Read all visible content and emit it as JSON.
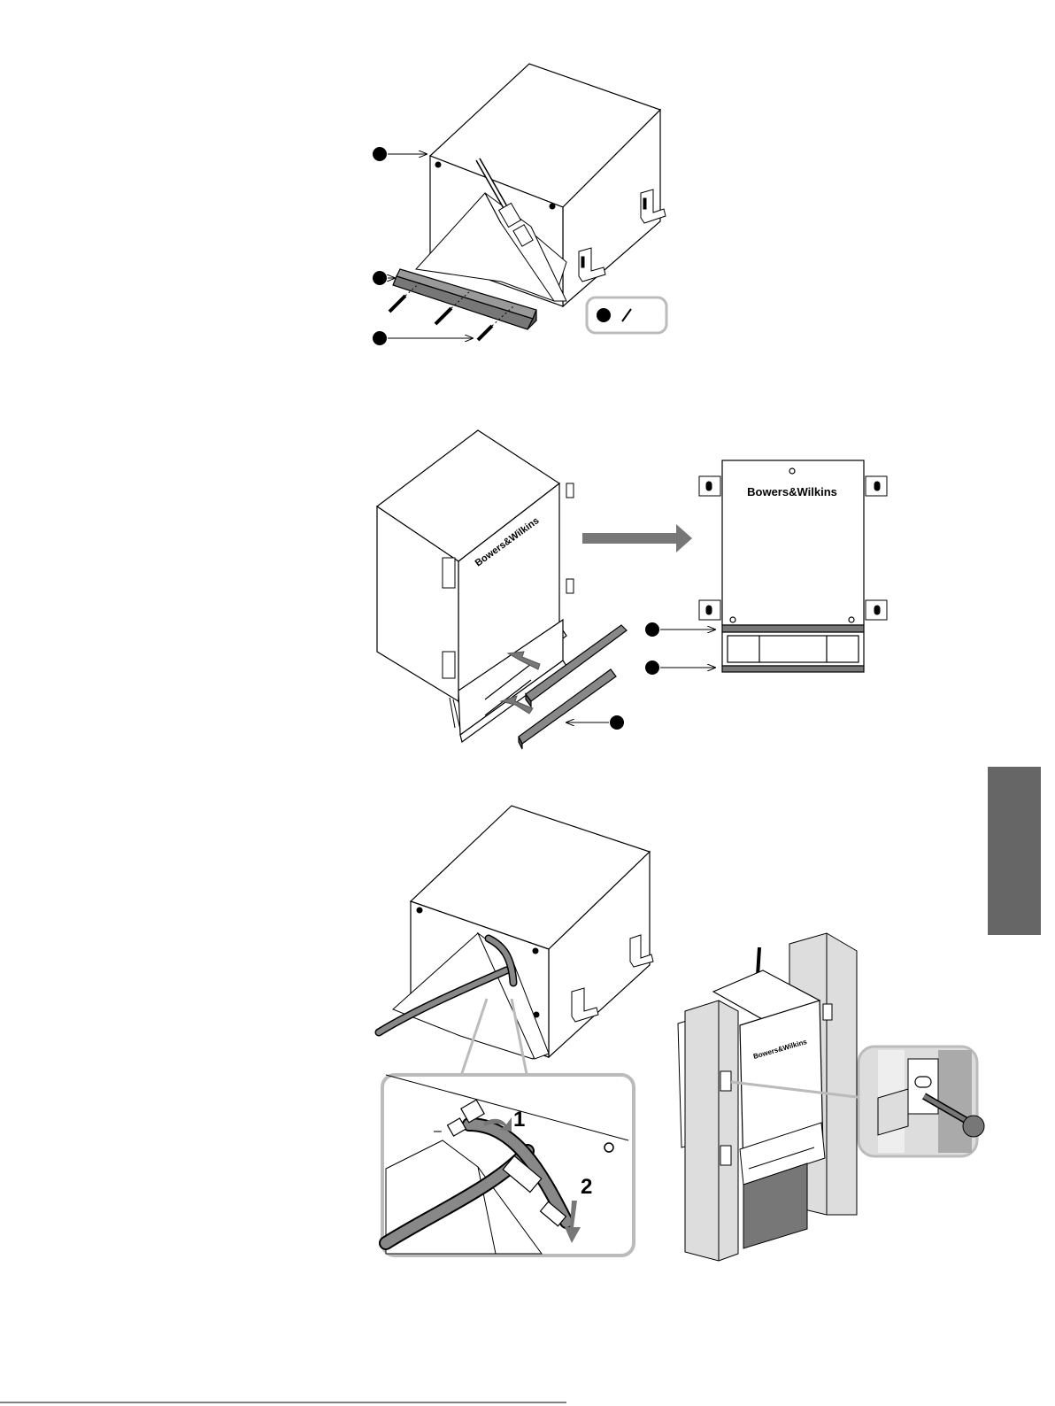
{
  "figures": {
    "fig1": {
      "name": "Fitting the bottom trim to the enclosure"
    },
    "fig2": {
      "name": "Sliding the trim strips into place"
    },
    "fig3": {
      "name": "Connecting the hose and mounting between studs"
    }
  },
  "brand": {
    "logo_text": "Bowers&Wilkins"
  },
  "steps": {
    "step1": "1",
    "step2": "2"
  },
  "detail": {
    "minus_sign": "–"
  },
  "colors": {
    "tab": "#666666",
    "part_fill": "#777777",
    "callout_border": "#bbbbbb",
    "arrow_fill": "#777777"
  },
  "icons": {
    "callout_dot": "filled-circle",
    "screw": "screw-icon"
  }
}
